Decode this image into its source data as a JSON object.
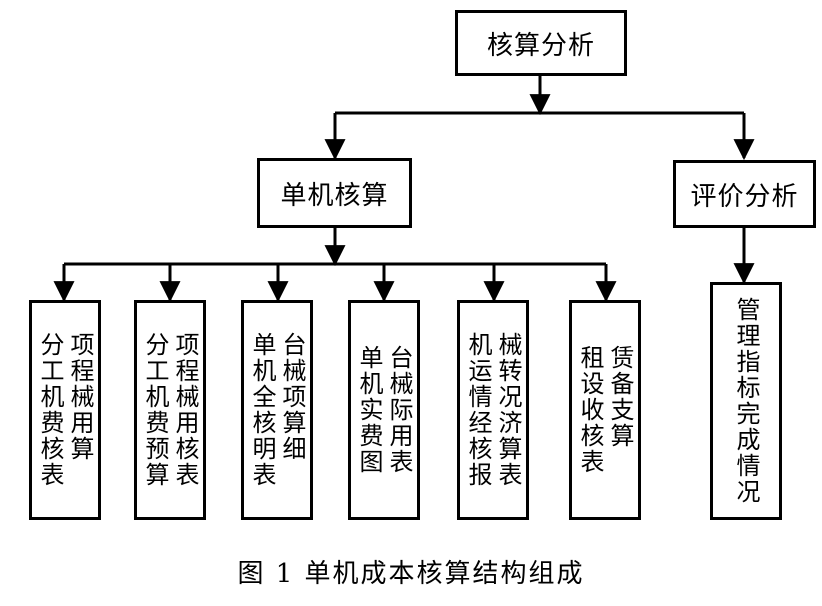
{
  "diagram": {
    "root": {
      "label": "核算分析"
    },
    "branches": [
      {
        "label": "单机核算"
      },
      {
        "label": "评价分析"
      }
    ],
    "leaves": [
      {
        "label": "分项工程机械费用核算表",
        "lines": [
          "分项",
          "工程",
          "机械",
          "费用",
          "核算",
          "表"
        ]
      },
      {
        "label": "分项工程机械费用预核算表",
        "lines": [
          "分项",
          "工程",
          "机械",
          "费用",
          "预核",
          "算表"
        ]
      },
      {
        "label": "单台机械全项核算明细表",
        "lines": [
          "单台",
          "机械",
          "全项",
          "核算",
          "明细",
          "表"
        ]
      },
      {
        "label": "单台机械实际费用图表",
        "lines": [
          "单台",
          "机械",
          "实际",
          "费用",
          "图表"
        ]
      },
      {
        "label": "机械运转情况经济核算报表",
        "lines": [
          "机械",
          "运转",
          "情况",
          "经济",
          "核算",
          "报表"
        ]
      },
      {
        "label": "租赁设备收支核算表",
        "lines": [
          "租赁",
          "设备",
          "收支",
          "核算",
          "表"
        ]
      },
      {
        "label": "管理指标完成情况",
        "lines": [
          "管",
          "理",
          "指",
          "标",
          "完",
          "成",
          "情",
          "况"
        ]
      }
    ],
    "caption": "图 1    单机成本核算结构组成"
  }
}
